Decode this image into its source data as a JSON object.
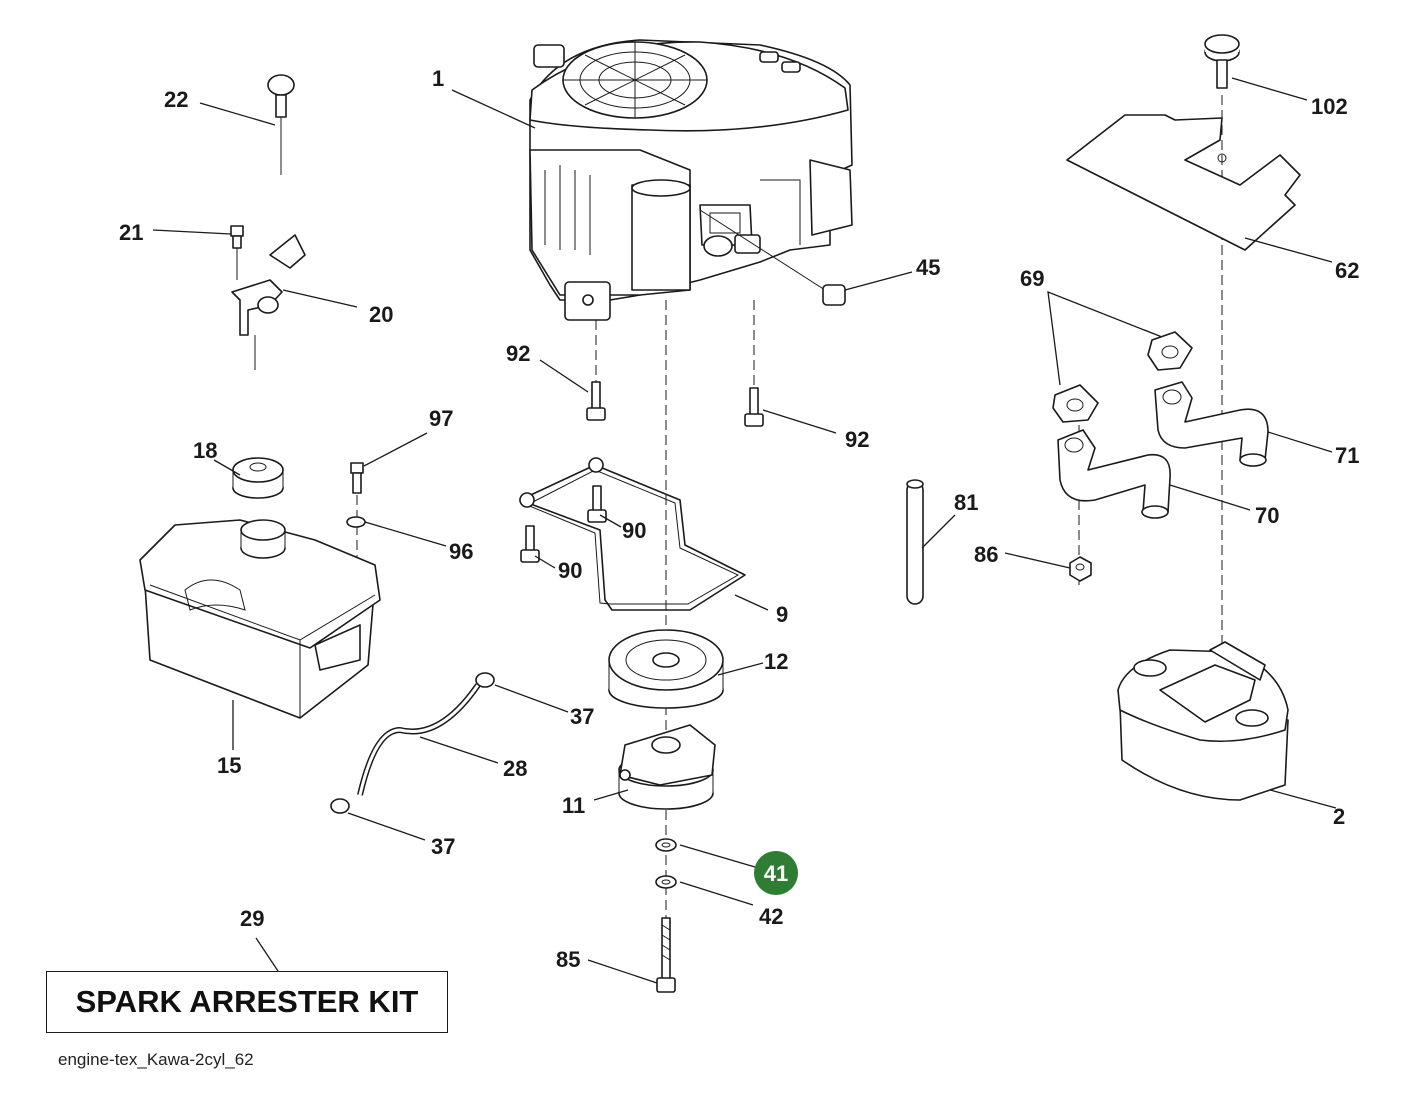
{
  "diagram": {
    "callouts": [
      {
        "id": "1",
        "label": "1"
      },
      {
        "id": "2",
        "label": "2"
      },
      {
        "id": "9",
        "label": "9"
      },
      {
        "id": "11",
        "label": "11"
      },
      {
        "id": "12",
        "label": "12"
      },
      {
        "id": "15",
        "label": "15"
      },
      {
        "id": "18",
        "label": "18"
      },
      {
        "id": "20",
        "label": "20"
      },
      {
        "id": "21",
        "label": "21"
      },
      {
        "id": "22",
        "label": "22"
      },
      {
        "id": "28",
        "label": "28"
      },
      {
        "id": "29",
        "label": "29"
      },
      {
        "id": "37a",
        "label": "37"
      },
      {
        "id": "37b",
        "label": "37"
      },
      {
        "id": "41",
        "label": "41",
        "highlighted": true
      },
      {
        "id": "42",
        "label": "42"
      },
      {
        "id": "45",
        "label": "45"
      },
      {
        "id": "62",
        "label": "62"
      },
      {
        "id": "69",
        "label": "69"
      },
      {
        "id": "70",
        "label": "70"
      },
      {
        "id": "71",
        "label": "71"
      },
      {
        "id": "81",
        "label": "81"
      },
      {
        "id": "85",
        "label": "85"
      },
      {
        "id": "86",
        "label": "86"
      },
      {
        "id": "90a",
        "label": "90"
      },
      {
        "id": "90b",
        "label": "90"
      },
      {
        "id": "92a",
        "label": "92"
      },
      {
        "id": "92b",
        "label": "92"
      },
      {
        "id": "96",
        "label": "96"
      },
      {
        "id": "97",
        "label": "97"
      },
      {
        "id": "102",
        "label": "102"
      }
    ],
    "kit_label": "SPARK ARRESTER KIT",
    "reference": "engine-tex_Kawa-2cyl_62",
    "colors": {
      "highlight": "#2e7d32",
      "line": "#1a1a1a",
      "background": "#ffffff"
    }
  }
}
